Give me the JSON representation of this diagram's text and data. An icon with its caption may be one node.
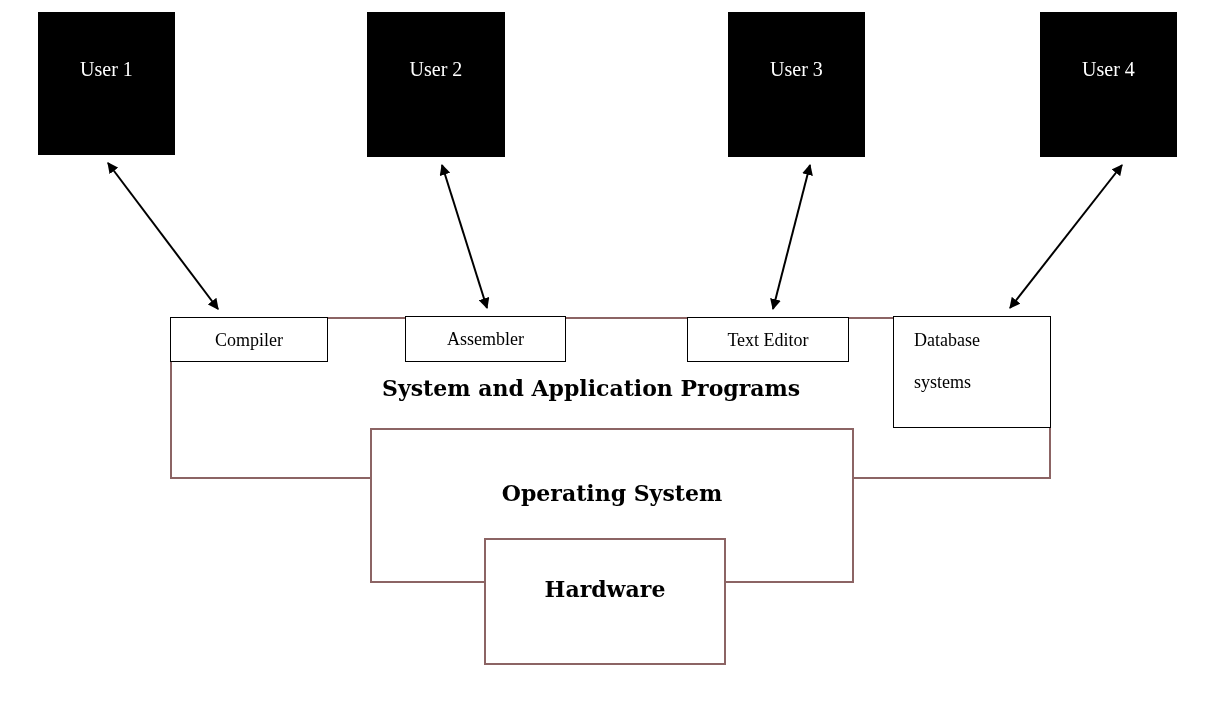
{
  "diagram": {
    "nodes": [
      {
        "text": [
          "User 1"
        ]
      },
      {
        "text": [
          "User 2"
        ]
      },
      {
        "text": [
          "User 3"
        ]
      },
      {
        "text": [
          "User 4"
        ]
      },
      {
        "text": [
          "System and Application Programs"
        ]
      },
      {
        "text": [
          "Compiler"
        ],
        "in": 4
      },
      {
        "text": [
          "Assembler"
        ],
        "in": 4
      },
      {
        "text": [
          "Text Editor"
        ],
        "in": 4
      },
      {
        "text": [
          "Database systems"
        ],
        "in": 4
      },
      {
        "text": [
          "Operating System"
        ]
      },
      {
        "text": [
          "Hardware"
        ]
      }
    ],
    "edges": [
      {
        "from": 0,
        "to": 5,
        "arrow": "both"
      },
      {
        "from": 1,
        "to": 6,
        "arrow": "both"
      },
      {
        "from": 2,
        "to": 7,
        "arrow": "both"
      },
      {
        "from": 3,
        "to": 8,
        "arrow": "both"
      }
    ]
  }
}
